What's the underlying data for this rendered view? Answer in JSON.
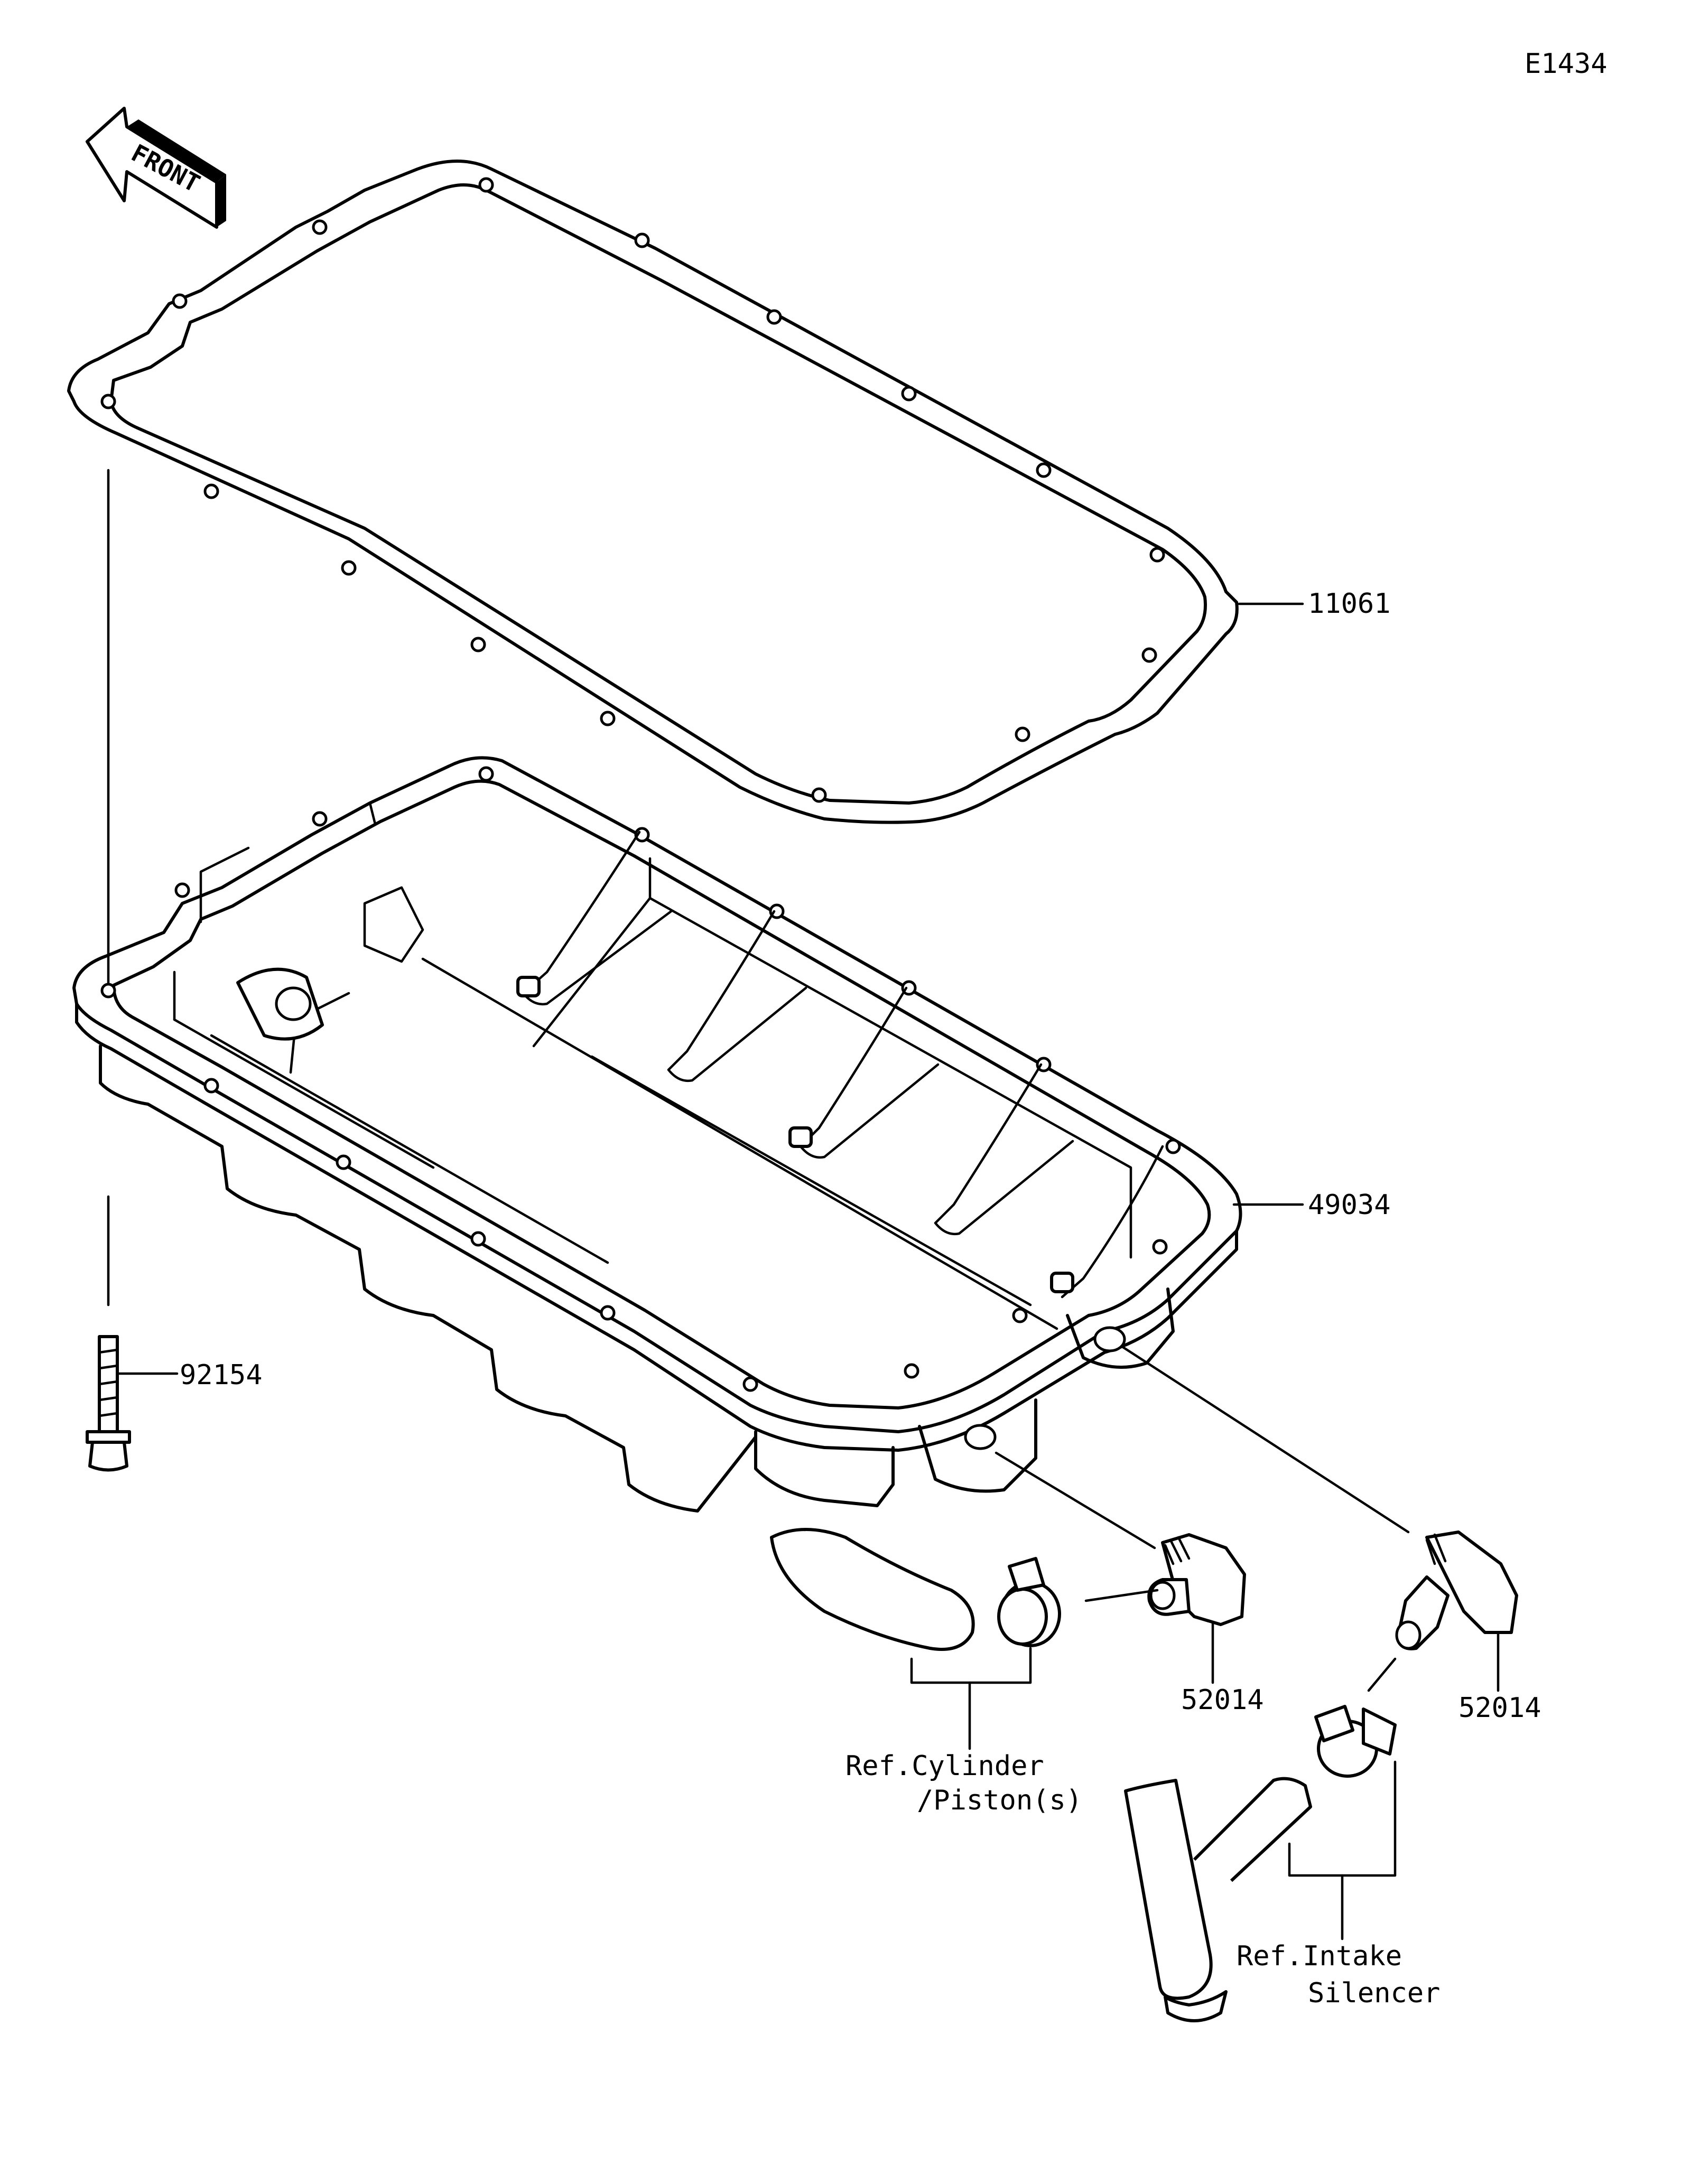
{
  "diagram_code": "E1434",
  "front_label": "FRONT",
  "parts": {
    "gasket": "11061",
    "oil_pan": "49034",
    "bolt": "92154",
    "fitting_left": "52014",
    "fitting_right": "52014"
  },
  "references": {
    "cylinder_line1": "Ref.Cylinder",
    "cylinder_line2": "/Piston(s)",
    "intake_line1": "Ref.Intake",
    "intake_line2": "Silencer"
  },
  "colors": {
    "line": "#000000",
    "background": "#ffffff"
  }
}
